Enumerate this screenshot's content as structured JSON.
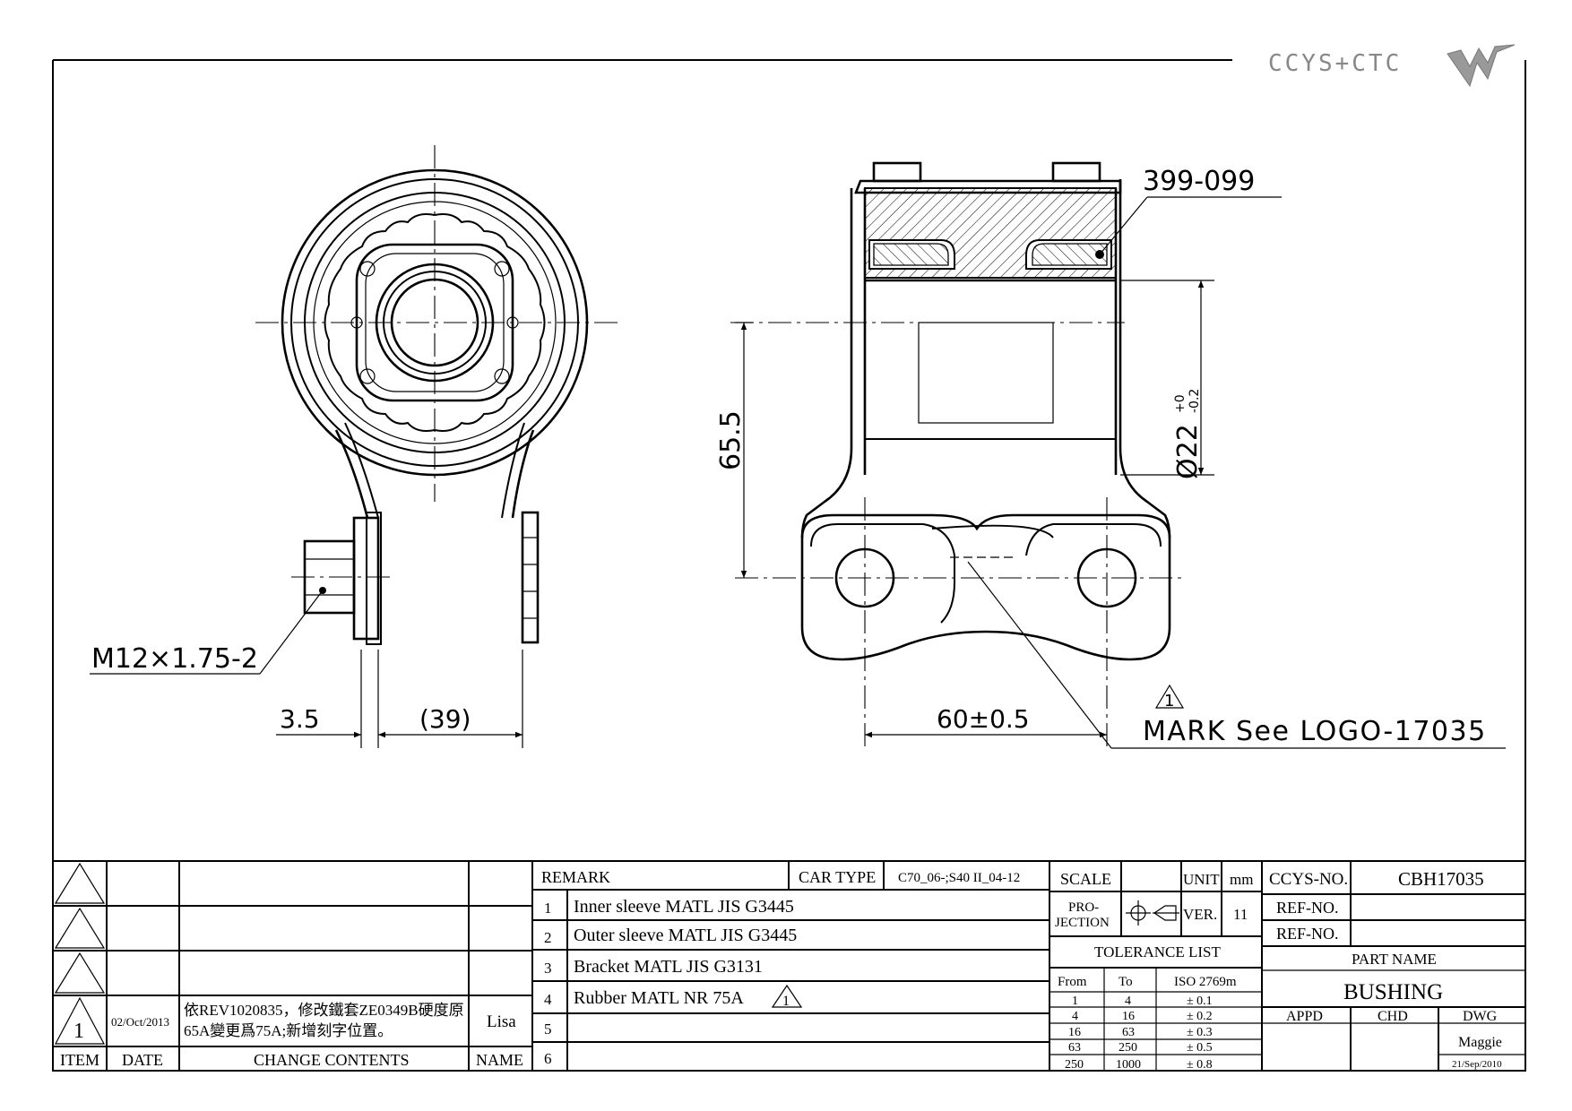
{
  "logo": {
    "text": "CCYS+CTC"
  },
  "drawing": {
    "part_callout": "399-099",
    "thread_callout": "M12×1.75-2",
    "dim_3_5": "3.5",
    "dim_39": "(39)",
    "dim_65_5": "65.5",
    "dim_diameter": "Ø22",
    "dim_diameter_tol_upper": "+0",
    "dim_diameter_tol_lower": "-0.2",
    "dim_60": "60±0.5",
    "revision_marker": "1",
    "mark_note": "MARK See LOGO-17035"
  },
  "revision_table": {
    "rows": [
      {
        "item": "",
        "date": "",
        "change": "",
        "name": ""
      },
      {
        "item": "",
        "date": "",
        "change": "",
        "name": ""
      },
      {
        "item": "",
        "date": "",
        "change": "",
        "name": ""
      },
      {
        "item": "1",
        "date": "02/Oct/2013",
        "change_line1": "依REV1020835，修改鐵套ZE0349B硬度原",
        "change_line2": "65A變更爲75A;新增刻字位置。",
        "name": "Lisa"
      }
    ],
    "headers": {
      "item": "ITEM",
      "date": "DATE",
      "change": "CHANGE CONTENTS",
      "name": "NAME"
    }
  },
  "remarks": {
    "remark_label": "REMARK",
    "car_type_label": "CAR TYPE",
    "car_type_value": "C70_06-;S40 II_04-12",
    "items": [
      {
        "no": "1",
        "text": "Inner sleeve MATL JIS G3445"
      },
      {
        "no": "2",
        "text": "Outer sleeve MATL JIS G3445"
      },
      {
        "no": "3",
        "text": "Bracket MATL JIS G3131"
      },
      {
        "no": "4",
        "text": "Rubber MATL NR 75A"
      },
      {
        "no": "5",
        "text": ""
      },
      {
        "no": "6",
        "text": ""
      }
    ],
    "rubber_rev_marker": "1"
  },
  "title_block": {
    "scale_label": "SCALE",
    "scale_value": "",
    "unit_label": "UNIT",
    "unit_value": "mm",
    "projection_label_1": "PRO-",
    "projection_label_2": "JECTION",
    "ver_label": "VER.",
    "ver_value": "11",
    "tolerance_title": "TOLERANCE LIST",
    "tolerance_headers": {
      "from": "From",
      "to": "To",
      "iso": "ISO 2769m"
    },
    "tolerance_rows": [
      {
        "from": "1",
        "to": "4",
        "tol": "± 0.1"
      },
      {
        "from": "4",
        "to": "16",
        "tol": "± 0.2"
      },
      {
        "from": "16",
        "to": "63",
        "tol": "± 0.3"
      },
      {
        "from": "63",
        "to": "250",
        "tol": "± 0.5"
      },
      {
        "from": "250",
        "to": "1000",
        "tol": "± 0.8"
      }
    ],
    "ccys_no_label": "CCYS-NO.",
    "ccys_no_value": "CBH17035",
    "ref_no_label_1": "REF-NO.",
    "ref_no_value_1": "",
    "ref_no_label_2": "REF-NO.",
    "ref_no_value_2": "",
    "part_name_label": "PART NAME",
    "part_name_value": "BUSHING",
    "appd_label": "APPD",
    "chd_label": "CHD",
    "dwg_label": "DWG",
    "dwg_name": "Maggie",
    "dwg_date": "21/Sep/2010"
  }
}
